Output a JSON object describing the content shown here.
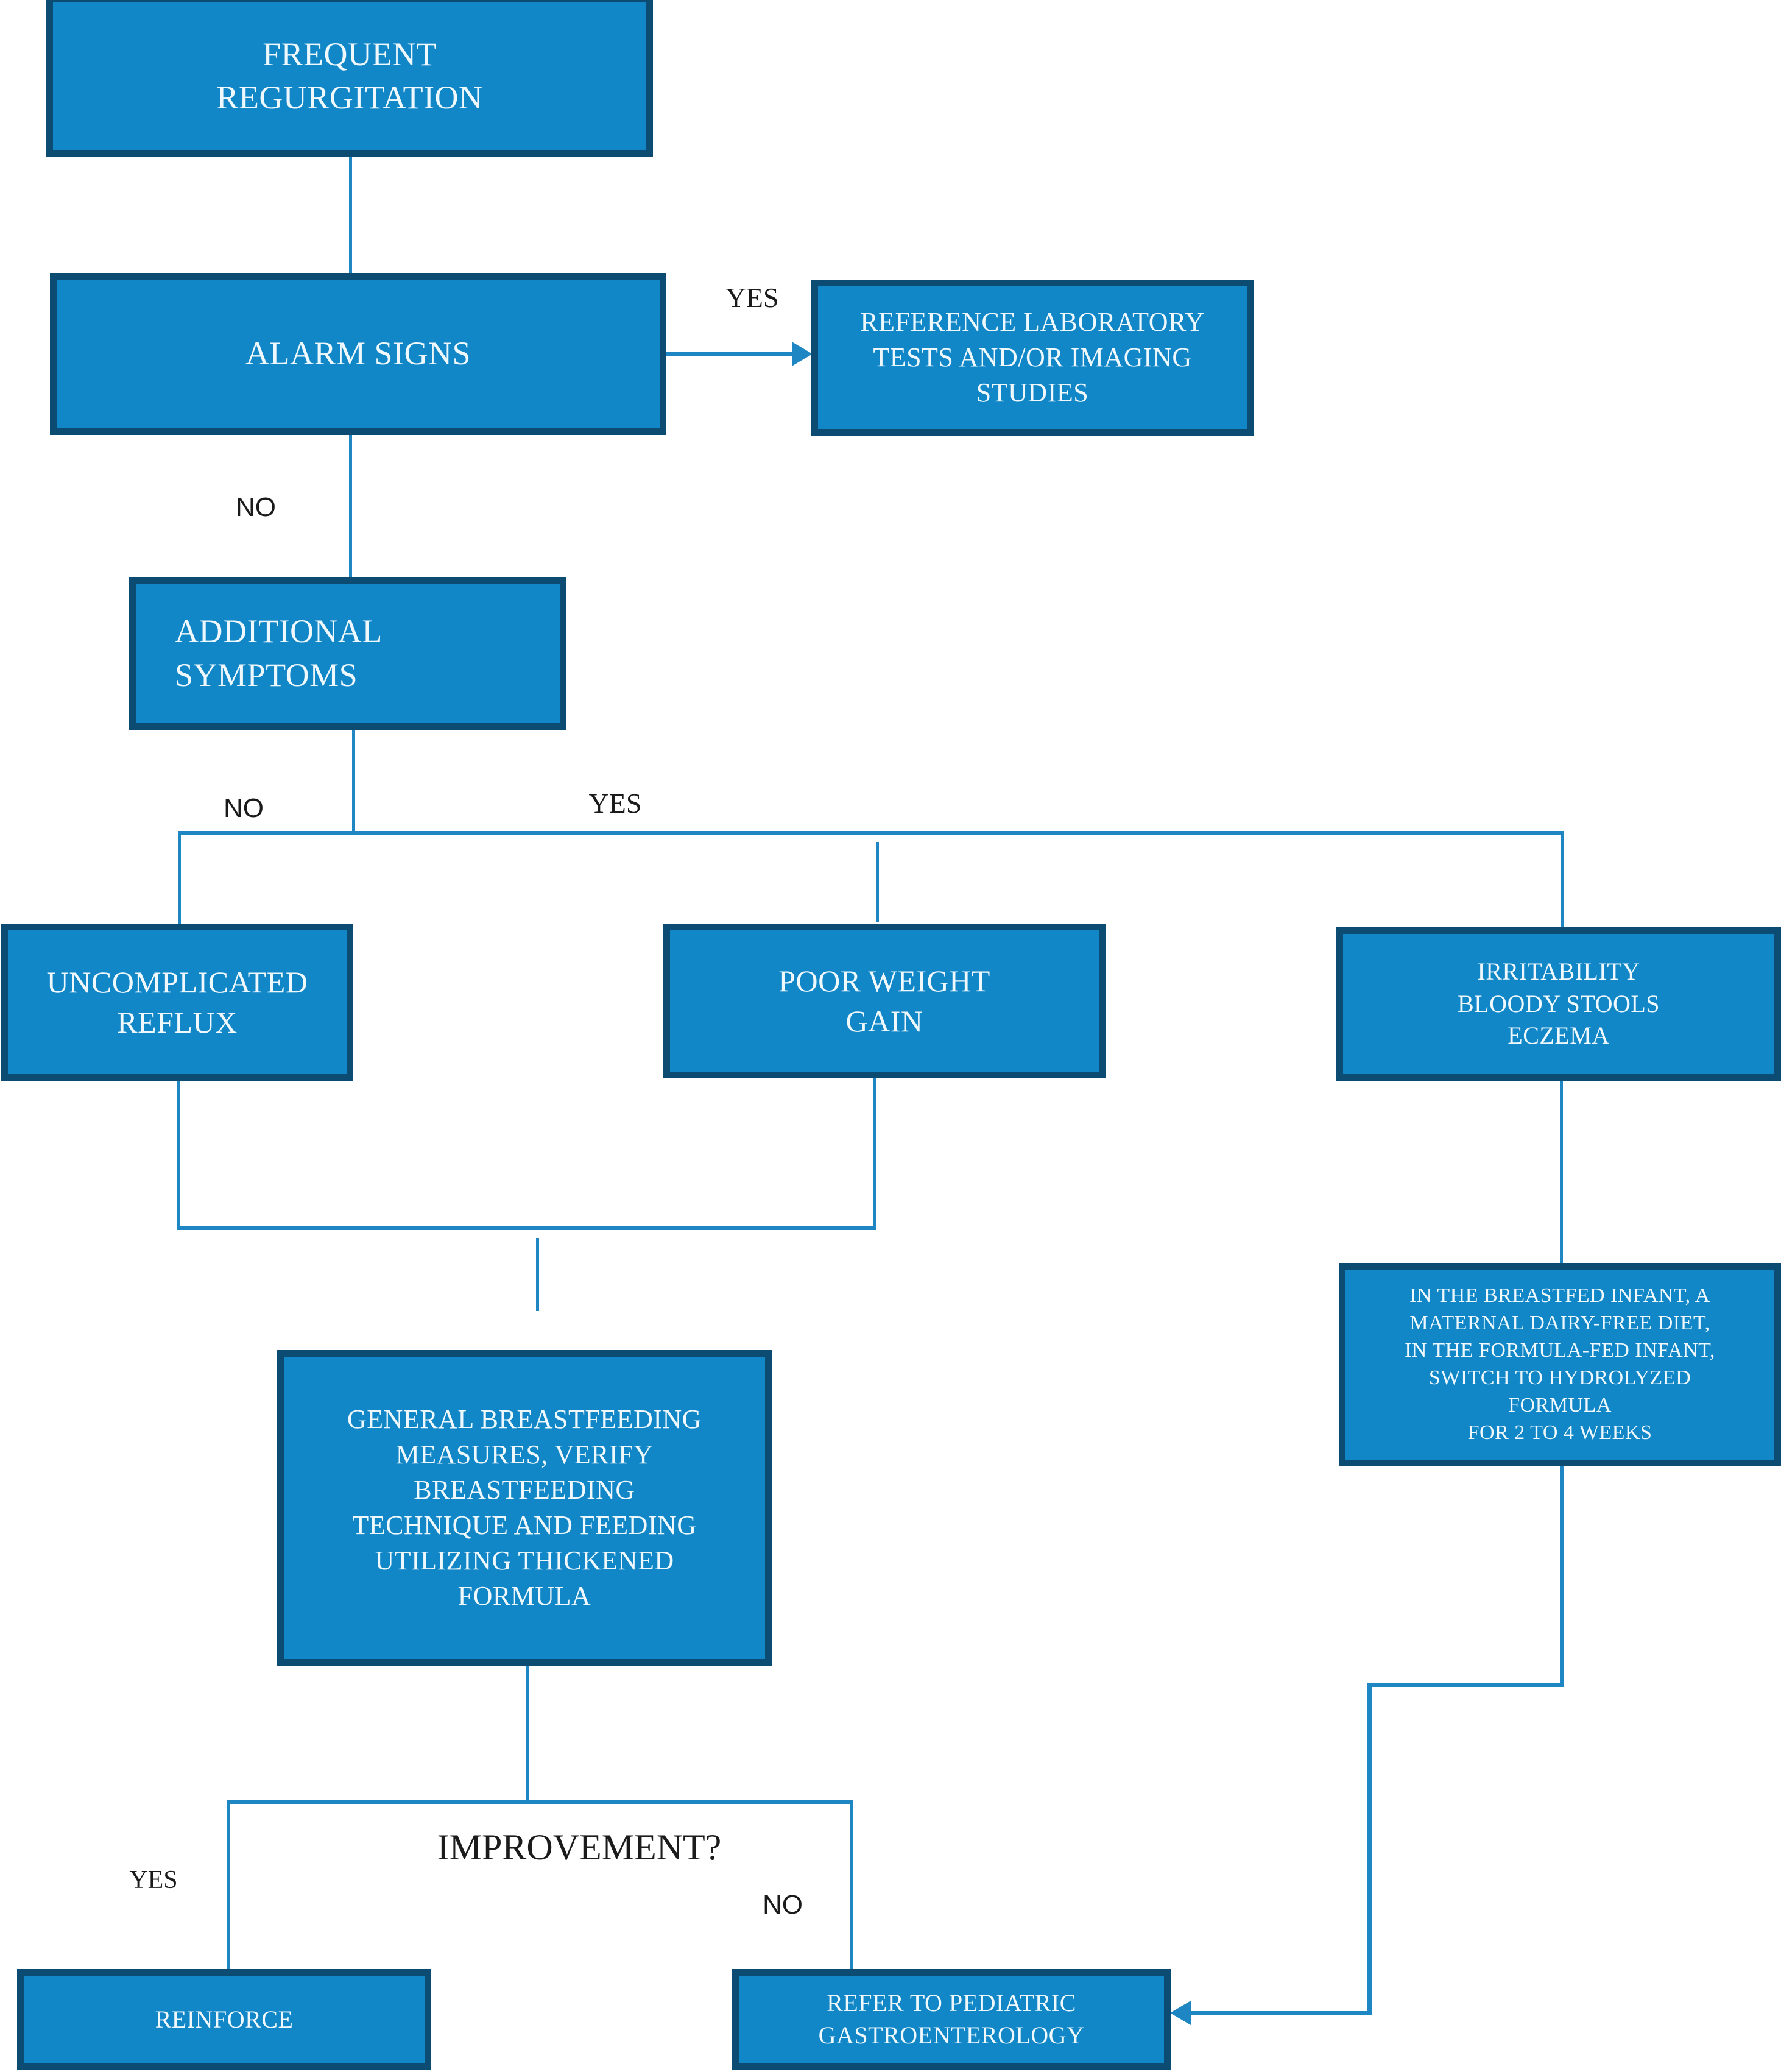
{
  "title": "Frequent regurgitation management flowchart",
  "colors": {
    "box_fill": "#1287C8",
    "box_border": "#0C4C72",
    "connector": "#1F86C4",
    "box_text": "#EFF8FC",
    "label_text": "#1B1B1B"
  },
  "nodes": {
    "frequent_regurgitation": {
      "label": "FREQUENT\nREGURGITATION"
    },
    "alarm_signs": {
      "label": "ALARM SIGNS"
    },
    "reference_laboratory": {
      "label": "REFERENCE LABORATORY\nTESTS AND/OR IMAGING\nSTUDIES"
    },
    "additional_symptoms": {
      "label": "ADDITIONAL\nSYMPTOMS"
    },
    "uncomplicated_reflux": {
      "label": "UNCOMPLICATED\nREFLUX"
    },
    "poor_weight_gain": {
      "label": "POOR WEIGHT\nGAIN"
    },
    "irritability": {
      "label": "IRRITABILITY\nBLOODY STOOLS\nECZEMA"
    },
    "general_breastfeeding": {
      "label": "GENERAL BREASTFEEDING\nMEASURES, VERIFY\nBREASTFEEDING\nTECHNIQUE AND FEEDING\nUTILIZING THICKENED\nFORMULA"
    },
    "hydrolyzed_formula": {
      "label": "IN THE BREASTFED INFANT, A\nMATERNAL DAIRY-FREE DIET,\nIN THE FORMULA-FED INFANT,\nSWITCH TO  HYDROLYZED\nFORMULA\nFOR 2 TO 4 WEEKS"
    },
    "reinforce": {
      "label": "REINFORCE"
    },
    "refer_gastro": {
      "label": "REFER TO PEDIATRIC\nGASTROENTEROLOGY"
    }
  },
  "labels": {
    "yes_top": "YES",
    "no_top": "NO",
    "no_mid": "NO",
    "yes_mid": "YES",
    "improvement": "IMPROVEMENT?",
    "yes_bottom": "YES",
    "no_bottom": "NO"
  },
  "edges": [
    {
      "from": "frequent_regurgitation",
      "to": "alarm_signs",
      "label": ""
    },
    {
      "from": "alarm_signs",
      "to": "reference_laboratory",
      "label": "YES"
    },
    {
      "from": "alarm_signs",
      "to": "additional_symptoms",
      "label": "NO"
    },
    {
      "from": "additional_symptoms",
      "to": "uncomplicated_reflux",
      "label": "NO"
    },
    {
      "from": "additional_symptoms",
      "to": "poor_weight_gain",
      "label": "YES"
    },
    {
      "from": "additional_symptoms",
      "to": "irritability",
      "label": "YES"
    },
    {
      "from": "uncomplicated_reflux",
      "to": "general_breastfeeding",
      "label": ""
    },
    {
      "from": "poor_weight_gain",
      "to": "general_breastfeeding",
      "label": ""
    },
    {
      "from": "irritability",
      "to": "hydrolyzed_formula",
      "label": ""
    },
    {
      "from": "general_breastfeeding",
      "to": "improvement",
      "label": ""
    },
    {
      "from": "improvement",
      "to": "reinforce",
      "label": "YES"
    },
    {
      "from": "improvement",
      "to": "refer_gastro",
      "label": "NO"
    },
    {
      "from": "hydrolyzed_formula",
      "to": "refer_gastro",
      "label": ""
    }
  ]
}
